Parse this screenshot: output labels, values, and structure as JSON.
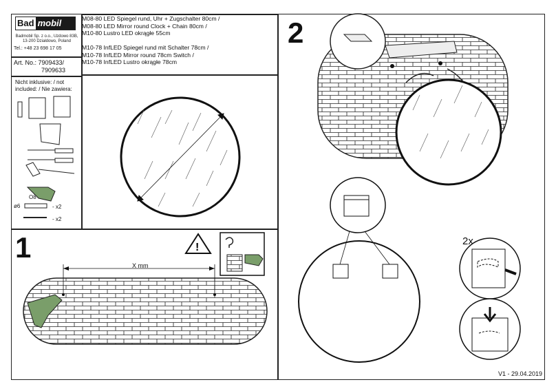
{
  "brand": {
    "part1": "Bad",
    "part2": "mobil"
  },
  "company": {
    "line1": "Badmobil Sp. z o.o., Uzdowo 83B,",
    "line2": "13-200 Działdowo, Poland",
    "phone": "Tel.: +48 23 698 17 05"
  },
  "article": {
    "label_line1": "Art. No.: 7909433/",
    "label_line2": "7909633"
  },
  "not_included": {
    "line1": "Nicht inklusive: / not",
    "line2": "included: / Nie zawiera:"
  },
  "titles": [
    "M08-80 LED Spiegel rund, Uhr + Zugschalter 80cm /",
    "M08-80 LED Mirror round Clock + Chain 80cm /",
    "M10-80 Lustro LED okrągłe 55cm",
    "",
    "M10-78 InfLED Spiegel rund mit Schalter 78cm /",
    "M10-78 InfLED Mirror round 78cm Switch /",
    "M10-78 InfLED Lustro okrągłe 78cm"
  ],
  "tools": {
    "drill_bit": "O8",
    "plug_qty": "- x2",
    "screw_qty": "- x2",
    "plug_symbol": "ø6"
  },
  "steps": {
    "step1": "1",
    "step2": "2"
  },
  "measure": "X mm",
  "multiplier": "2x",
  "version": "V1 - 29.04.2019"
}
